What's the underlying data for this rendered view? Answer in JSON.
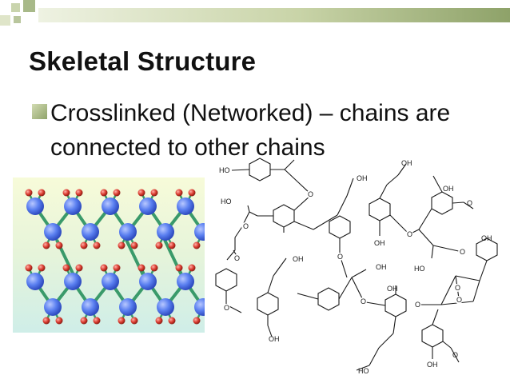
{
  "slide": {
    "title": "Skeletal Structure",
    "bullet": "Crosslinked (Networked) – chains are connected to other chains"
  },
  "molecule": {
    "labels": {
      "ho_top": "HO",
      "oh_a": "OH",
      "oh_b": "OH",
      "ho_left": "HO",
      "oh_ring_top": "OH",
      "o_methyl": "O",
      "oh_ring_left": "OH",
      "oh_mid_chain": "OH",
      "oh_right": "OH",
      "ho_mid": "HO",
      "oh_center": "OH",
      "oh_lower_ring": "OH",
      "oh_bottom_left": "OH",
      "ho_bottom": "HO",
      "oh_bottom_right": "OH",
      "o_methyl_bottom": "O"
    },
    "oxygen": "O"
  },
  "colors": {
    "accent": "#8ea269",
    "atom": "#5a7ff0",
    "hydrogen": "#d93a2e",
    "bond": "#3a9a6a"
  }
}
